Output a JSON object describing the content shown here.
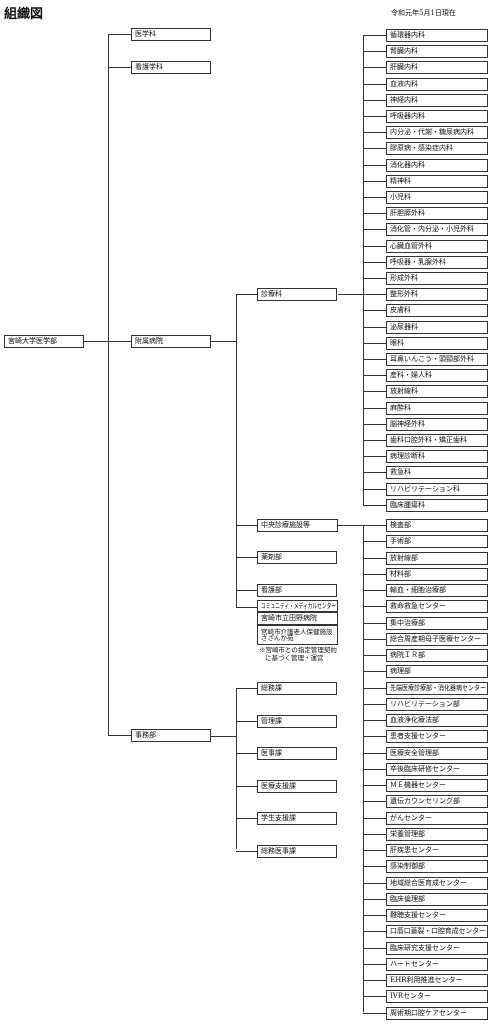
{
  "title": "組織図",
  "as_of": "令和元年5月1日現在",
  "root": "宮崎大学医学部",
  "level1": [
    "医学科",
    "看護学科",
    "附属病院",
    "事務部"
  ],
  "hospital_branches": [
    "診療科",
    "中央診療施設等",
    "薬剤部",
    "看護部"
  ],
  "community_center": {
    "header": "コミュニティ・メディカルセンター",
    "hospital": "宮崎市立田野病院",
    "facility": [
      "宮崎市介護老人保健施設",
      "さざんか苑"
    ],
    "note": [
      "※宮崎市との指定管理契約",
      "に基づく管理・運営"
    ]
  },
  "clinical_departments": [
    "循環器内科",
    "腎臓内科",
    "肝臓内科",
    "血液内科",
    "神経内科",
    "呼吸器内科",
    "内分泌・代謝・糖尿病内科",
    "膠原病・感染症内科",
    "消化器内科",
    "精神科",
    "小児科",
    "肝胆膵外科",
    "消化管・内分泌・小児外科",
    "心臓血管外科",
    "呼吸器・乳腺外科",
    "形成外科",
    "整形外科",
    "皮膚科",
    "泌尿器科",
    "眼科",
    "耳鼻いんこう・頭頸部外科",
    "産科・婦人科",
    "放射線科",
    "麻酔科",
    "脳神経外科",
    "歯科口腔外科・矯正歯科",
    "病理診断科",
    "救急科",
    "リハビリテーション科",
    "臨床腫瘍科"
  ],
  "central_facilities": [
    "検査部",
    "手術部",
    "放射線部",
    "材料部",
    "輸血・細胞治療部",
    "救命救急センター",
    "集中治療部",
    "総合周産期母子医療センター",
    "病院ＩＲ部",
    "病理部",
    "先端医療診療部・消化器病センター",
    "リハビリテーション部",
    "血液浄化療法部",
    "患者支援センター",
    "医療安全管理部",
    "卒後臨床研修センター",
    "ＭＥ機器センター",
    "遺伝カウンセリング部",
    "がんセンター",
    "栄養管理部",
    "肝疾患センター",
    "感染制御部",
    "地域総合医育成センター",
    "臨床倫理部",
    "難聴支援センター",
    "口唇口蓋裂・口腔育成センター",
    "臨床研究支援センター",
    "ハートセンター",
    "EHR利用推進センター",
    "IVRセンター",
    "周術期口腔ケアセンター"
  ],
  "admin_sections": [
    "総務課",
    "管理課",
    "医事課",
    "医療支援課",
    "学生支援課",
    "総務医事課"
  ]
}
